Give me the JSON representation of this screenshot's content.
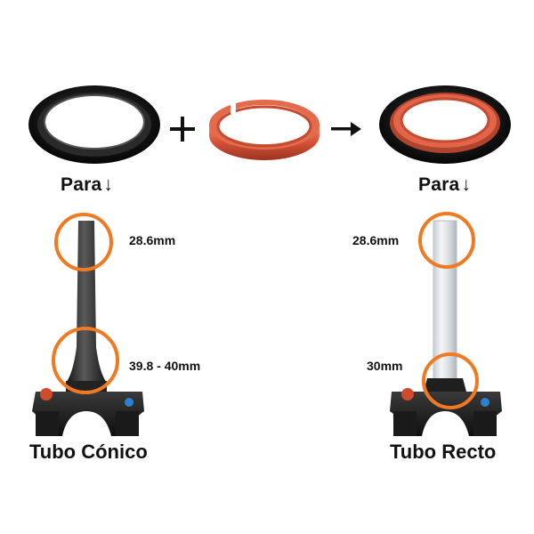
{
  "steps": {
    "left_para": {
      "text": "Para",
      "arrow": "↓"
    },
    "right_para": {
      "text": "Para",
      "arrow": "↓"
    },
    "plus": "+",
    "arrow": "→"
  },
  "left_fork": {
    "top_diameter": "28.6mm",
    "bottom_diameter": "39.8 - 40mm",
    "title": "Tubo Cónico"
  },
  "right_fork": {
    "top_diameter": "28.6mm",
    "bottom_diameter": "30mm",
    "title": "Tubo Recto"
  },
  "colors": {
    "highlight_circle": "#f07a22",
    "ring_black": "#1b1b1b",
    "ring_copper": "#d9553a"
  },
  "icons": {
    "plus": "plus-icon",
    "arrow": "arrow-right-icon"
  }
}
